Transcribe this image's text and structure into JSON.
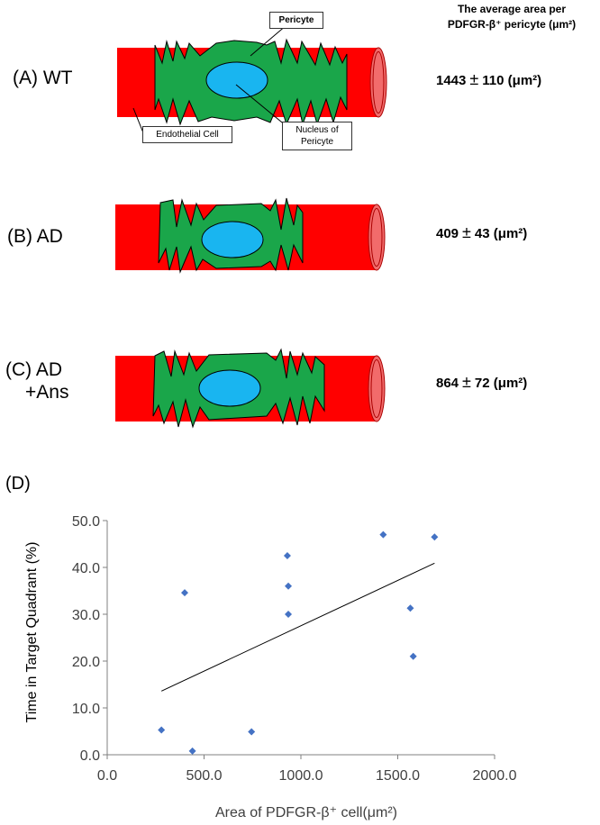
{
  "header": {
    "line1": "The average area per",
    "line2": "PDFGR-β⁺ pericyte (μm²)"
  },
  "panels": {
    "a": {
      "label": "(A) WT",
      "value": "1443",
      "err": "110",
      "unit": "(μm²)",
      "pm": "±"
    },
    "b": {
      "label": "(B) AD",
      "value": "409",
      "err": "43",
      "unit": "(μm²)",
      "pm": "±"
    },
    "c": {
      "label1": "(C) AD",
      "label2": "+Ans",
      "value": "864",
      "err": "72",
      "unit": "(μm²)",
      "pm": "±"
    },
    "d": {
      "label": "(D)"
    }
  },
  "callouts": {
    "pericyte": "Pericyte",
    "endothelial": "Endothelial Cell",
    "nucleus1": "Nucleus of",
    "nucleus2": "Pericyte"
  },
  "colors": {
    "vessel": "#ff0000",
    "vessel_end": "#f26b6b",
    "pericyte": "#1aa64a",
    "nucleus": "#19b5f0",
    "marker": "#4472c4"
  },
  "chart_data": {
    "type": "scatter",
    "xlabel": "Area of PDFGR-β⁺ cell(μm²)",
    "ylabel": "Time in Target Quadrant (%)",
    "xlim": [
      0,
      2000
    ],
    "ylim": [
      0,
      50
    ],
    "xticks": [
      "0.0",
      "500.0",
      "1000.0",
      "1500.0",
      "2000.0"
    ],
    "yticks": [
      "0.0",
      "10.0",
      "20.0",
      "30.0",
      "40.0",
      "50.0"
    ],
    "points": [
      {
        "x": 280,
        "y": 5.3
      },
      {
        "x": 400,
        "y": 34.6
      },
      {
        "x": 440,
        "y": 0.8
      },
      {
        "x": 745,
        "y": 4.9
      },
      {
        "x": 930,
        "y": 42.5
      },
      {
        "x": 935,
        "y": 36.0
      },
      {
        "x": 935,
        "y": 30.0
      },
      {
        "x": 1425,
        "y": 47.0
      },
      {
        "x": 1565,
        "y": 31.3
      },
      {
        "x": 1580,
        "y": 21.0
      },
      {
        "x": 1690,
        "y": 46.5
      }
    ],
    "trendline": {
      "x": [
        280,
        1690
      ],
      "y": [
        13.6,
        40.9
      ]
    },
    "grid": false,
    "legend": "none"
  }
}
